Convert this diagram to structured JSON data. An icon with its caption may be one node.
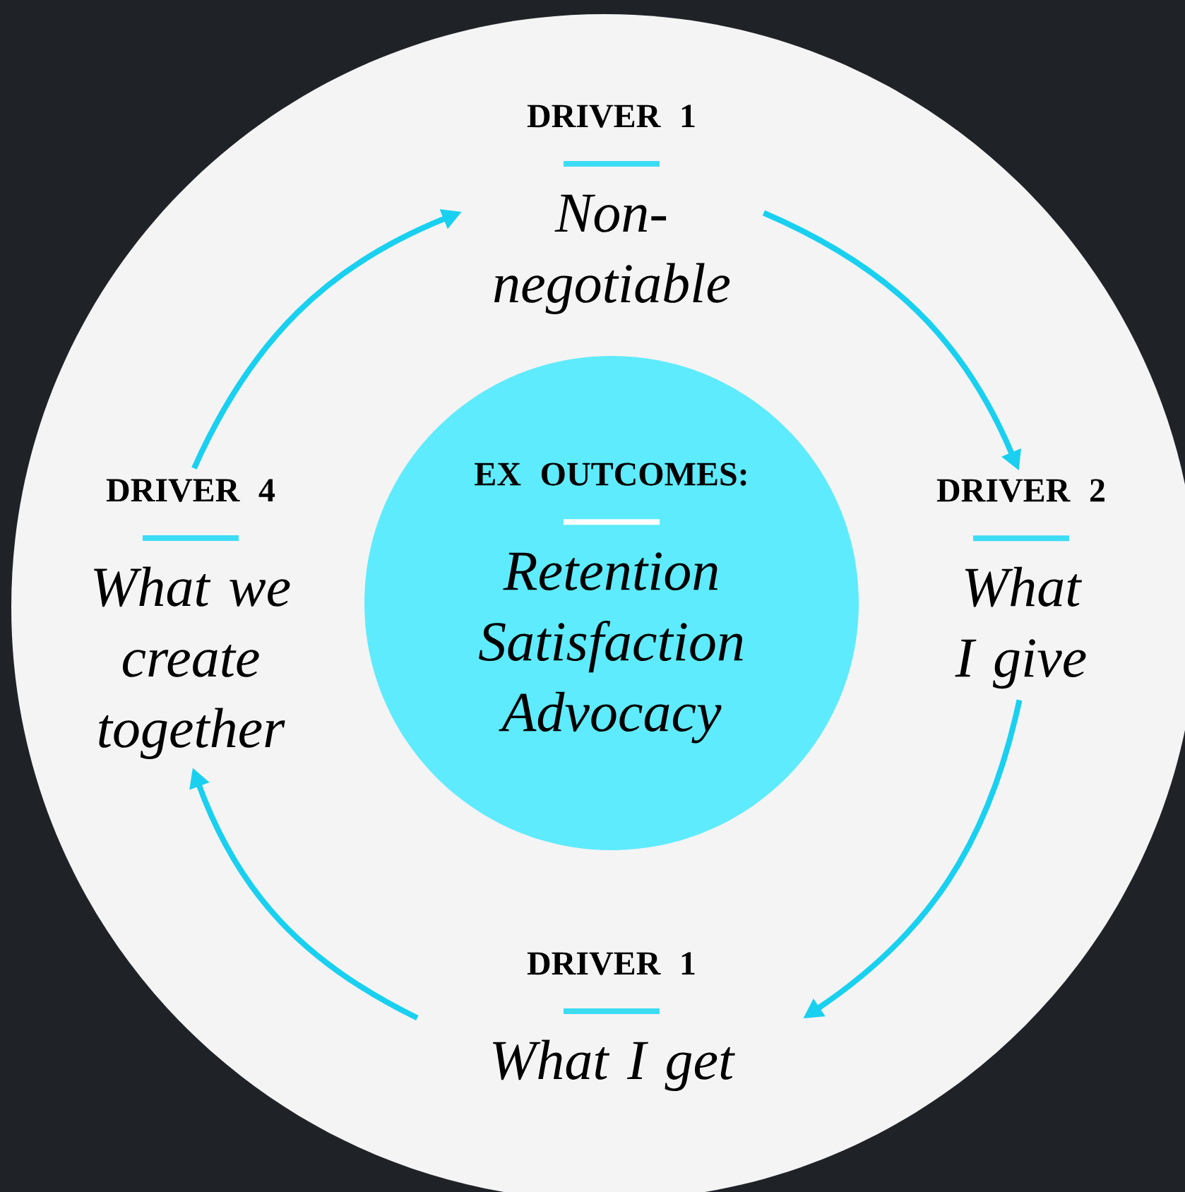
{
  "diagram": {
    "nodes": [
      {
        "text": [
          "EX OUTCOMES:",
          "Retention Satisfaction Advocacy"
        ]
      },
      {
        "text": [
          "DRIVER 1",
          "Non-negotiable"
        ]
      },
      {
        "text": [
          "DRIVER 2",
          "What I give"
        ]
      },
      {
        "text": [
          "DRIVER 1",
          "What I get"
        ]
      },
      {
        "text": [
          "DRIVER 4",
          "What we create together"
        ]
      }
    ],
    "edges": [
      {
        "from": 1,
        "to": 2,
        "arrow": "to"
      },
      {
        "from": 2,
        "to": 3,
        "arrow": "to"
      },
      {
        "from": 3,
        "to": 4,
        "arrow": "to"
      },
      {
        "from": 4,
        "to": 1,
        "arrow": "to"
      }
    ]
  }
}
